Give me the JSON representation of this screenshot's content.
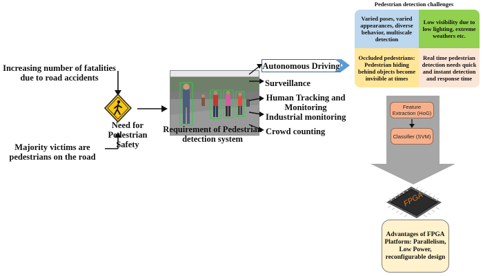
{
  "causes": {
    "top": "Increasing number of fatalities due to road accidents",
    "bottom": "Majority victims are pedestrians on the road"
  },
  "need_label": "Need for Pedestrian Safety",
  "requirement_label": "Requirement of Pedestrian detection system",
  "applications": [
    "Autonomous Driving",
    "Surveillance",
    "Human Tracking and Monitoring",
    "Industrial monitoring",
    "Crowd counting"
  ],
  "challenges": {
    "title": "Pedestrian detection challenges",
    "items": [
      "Varied poses, varied appearances, diverse behavior, multiscale detection",
      "Low visibility due to low lighting, extreme weathers etc.",
      "Occluded pedestrians: Pedestrian hiding behind objects become invisible at times",
      "Real time pedestrian detection needs quick and instant detection and response time"
    ],
    "colors": [
      "#bdd7ee",
      "#92d050",
      "#ffe699",
      "#fbe5d6"
    ]
  },
  "pipeline": {
    "feature": "Feature Extraction (HoG)",
    "classifier": "Classifier (SVM)"
  },
  "fpga_label": "FPGA",
  "advantages": "Advantages of FPGA Platform: Parallelism, Low Power, reconfigurable design",
  "colors": {
    "warning_sign": "#f5c518",
    "process_box": "#f7b08c",
    "advantages_box": "#fff2cc",
    "chevron": "#5b9bd5",
    "pipeline_panel": "#a6a6a6"
  },
  "icons": [
    "pedestrian-warning-sign-icon",
    "fpga-chip-icon",
    "street-photo"
  ]
}
